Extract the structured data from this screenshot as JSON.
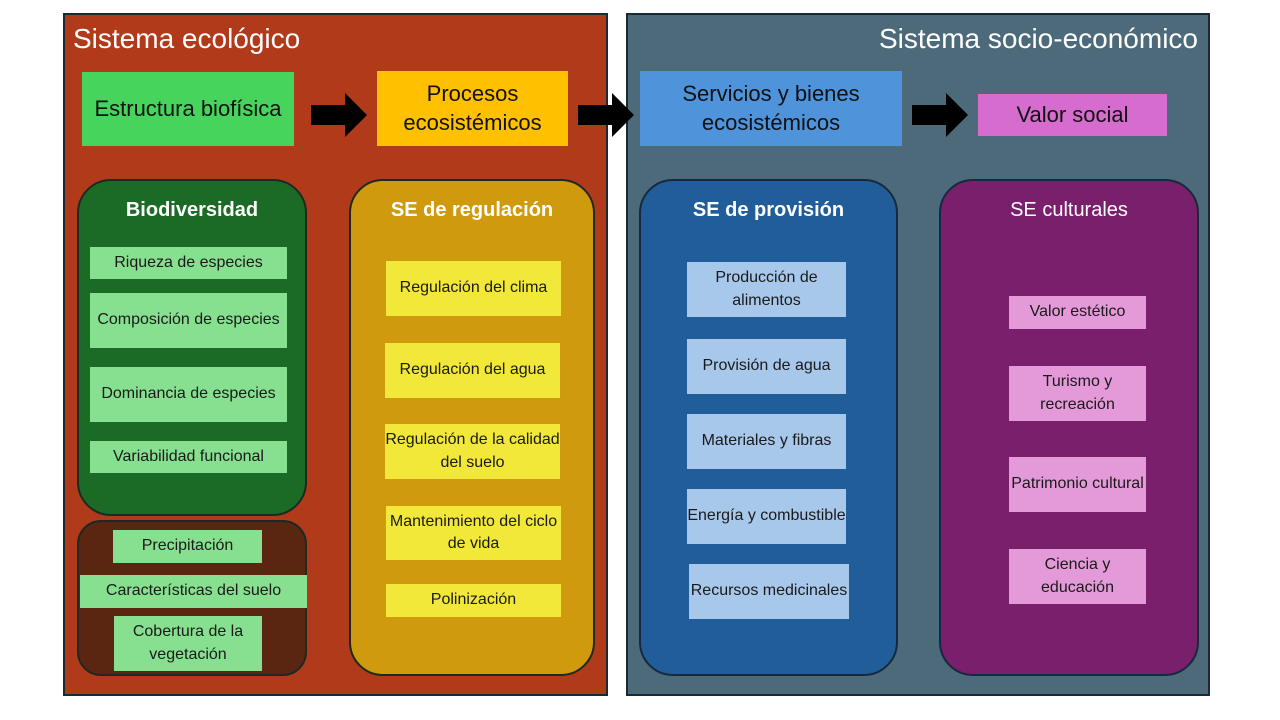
{
  "colors": {
    "eco_panel": "#b13a1b",
    "socio_panel": "#4d6a7b",
    "estructura": "#47d45c",
    "procesos": "#ffc000",
    "servicios": "#4f94db",
    "valor": "#d66ccd",
    "biodiversidad_group": "#1b6b27",
    "abiotic_group": "#5b2611",
    "regulacion_group": "#cf9a0d",
    "provision_group": "#215d99",
    "culturales_group": "#7a1f6c",
    "green_item": "#86e08f",
    "yellow_item": "#f2e83a",
    "blue_item": "#a7c8eb",
    "pink_item": "#e49ad8"
  },
  "ecological": {
    "title": "Sistema ecológico",
    "estructura": "Estructura biofísica",
    "procesos": "Procesos ecosistémicos",
    "biodiversidad": {
      "title": "Biodiversidad",
      "items": [
        "Riqueza de especies",
        "Composición de especies",
        "Dominancia de especies",
        "Variabilidad funcional"
      ]
    },
    "abiotic": {
      "items": [
        "Precipitación",
        "Características del suelo",
        "Cobertura de la vegetación"
      ]
    },
    "regulacion": {
      "title": "SE de regulación",
      "items": [
        "Regulación del clima",
        "Regulación del agua",
        "Regulación de la calidad del suelo",
        "Mantenimiento del ciclo de vida",
        "Polinización"
      ]
    }
  },
  "socioeconomic": {
    "title": "Sistema socio-económico",
    "servicios": "Servicios y bienes ecosistémicos",
    "valor": "Valor social",
    "provision": {
      "title": "SE de provisión",
      "items": [
        "Producción de alimentos",
        "Provisión de agua",
        "Materiales y fibras",
        "Energía y combustible",
        "Recursos medicinales"
      ]
    },
    "culturales": {
      "title": "SE culturales",
      "items": [
        "Valor estético",
        "Turismo y recreación",
        "Patrimonio cultural",
        "Ciencia y educación"
      ]
    }
  }
}
